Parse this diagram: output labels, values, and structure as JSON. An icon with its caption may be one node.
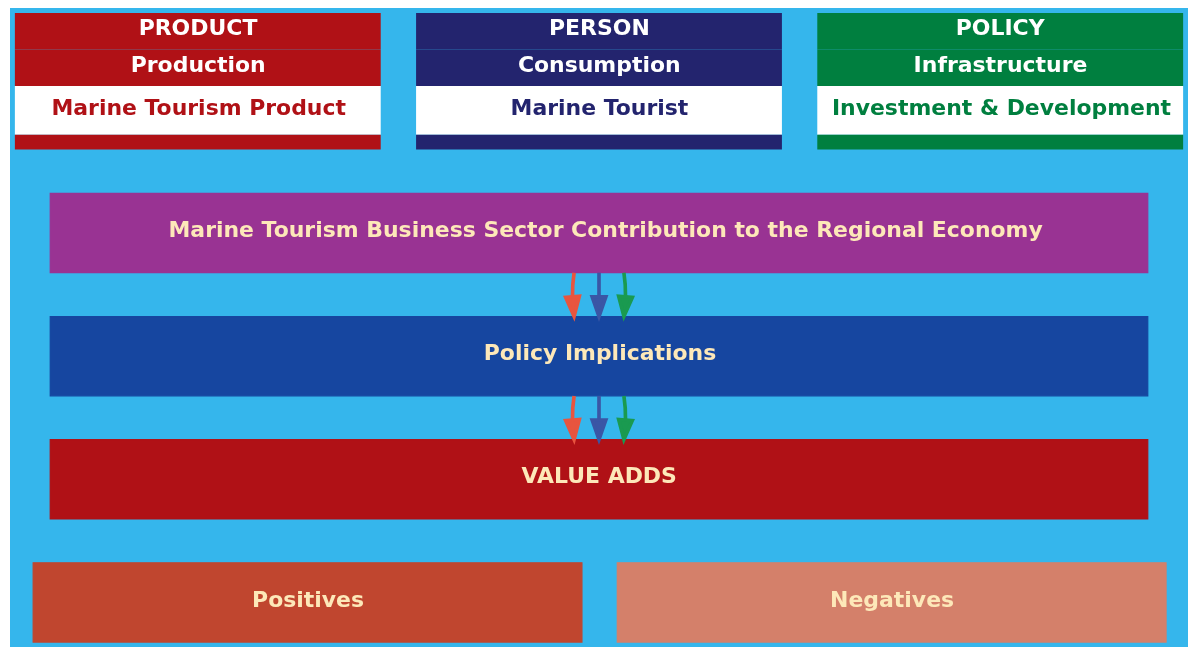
{
  "diagram": {
    "nodes": [
      {
        "text": [
          "PRODUCT",
          "Production",
          "Marine Tourism Product"
        ]
      },
      {
        "text": [
          "PERSON",
          "Consumption",
          "Marine Tourist"
        ]
      },
      {
        "text": [
          "POLICY",
          "Infrastructure",
          "Investment & Development"
        ]
      },
      {
        "text": [
          "Marine Tourism Business Sector Contribution to the Regional Economy"
        ]
      },
      {
        "text": [
          "Policy Implications"
        ]
      },
      {
        "text": [
          "VALUE ADDS"
        ]
      },
      {
        "text": [
          "Positives"
        ]
      },
      {
        "text": [
          "Negatives"
        ]
      }
    ],
    "edges": [
      {
        "from": 3,
        "to": 4,
        "arrow": "to",
        "color": "#e8553f"
      },
      {
        "from": 3,
        "to": 4,
        "arrow": "to",
        "color": "#3a56a5"
      },
      {
        "from": 3,
        "to": 4,
        "arrow": "to",
        "color": "#1a9a50"
      },
      {
        "from": 4,
        "to": 5,
        "arrow": "to",
        "color": "#e8553f"
      },
      {
        "from": 4,
        "to": 5,
        "arrow": "to",
        "color": "#3a56a5"
      },
      {
        "from": 4,
        "to": 5,
        "arrow": "to",
        "color": "#1a9a50"
      }
    ]
  }
}
